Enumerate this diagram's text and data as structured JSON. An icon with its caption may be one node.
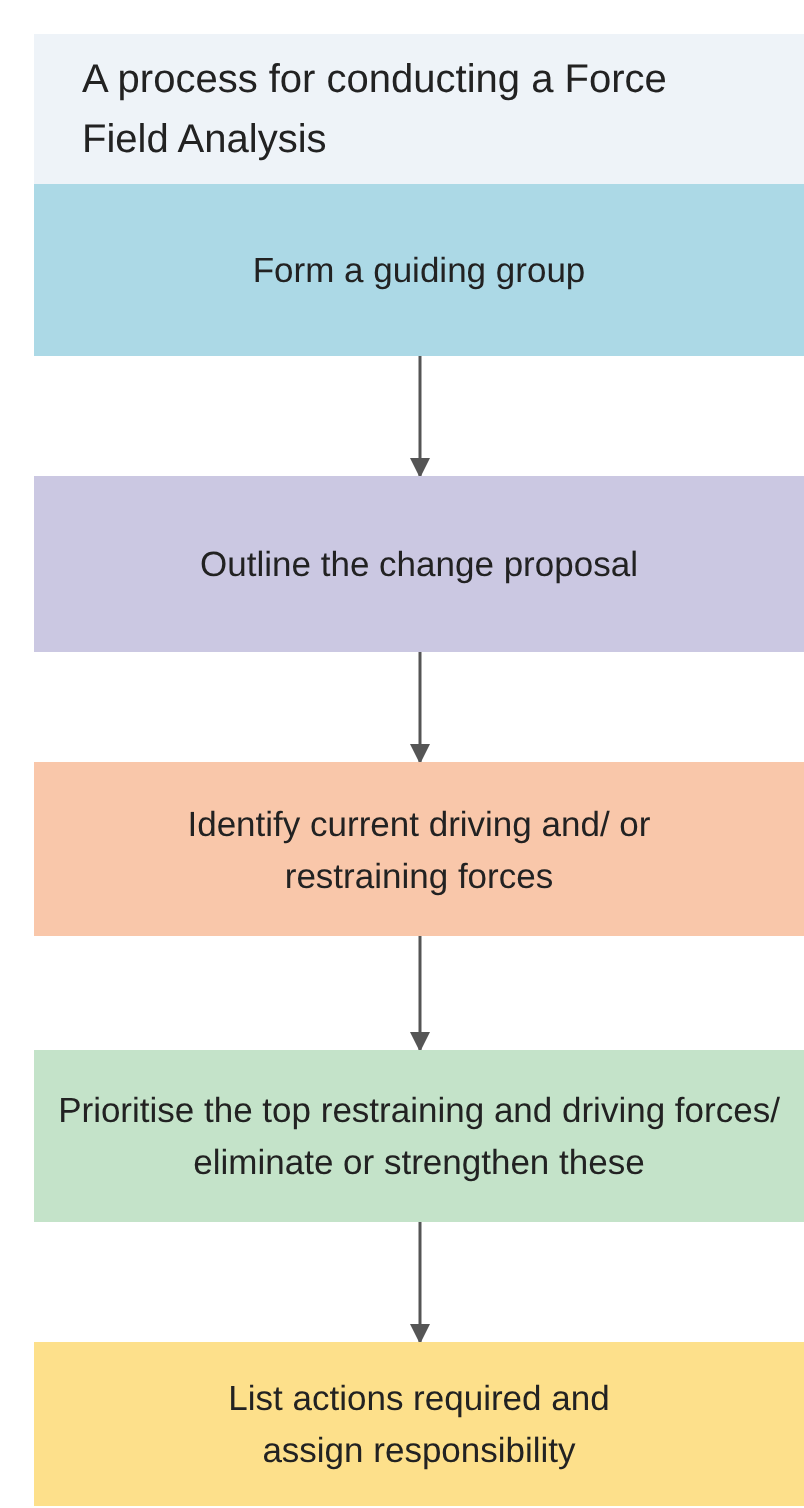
{
  "diagram": {
    "title": "A process for conducting a Force Field Analysis",
    "nodes": [
      {
        "text": [
          "Form a guiding group"
        ]
      },
      {
        "text": [
          "Outline the change proposal"
        ]
      },
      {
        "text": [
          "Identify current driving and/ or restraining forces"
        ]
      },
      {
        "text": [
          "Prioritise the top restraining and driving forces/ eliminate or strengthen these"
        ]
      },
      {
        "text": [
          "List actions required and assign responsibility"
        ]
      }
    ],
    "edges": [
      {
        "from": 0,
        "to": 1,
        "arrow": "to"
      },
      {
        "from": 1,
        "to": 2,
        "arrow": "to"
      },
      {
        "from": 2,
        "to": 3,
        "arrow": "to"
      },
      {
        "from": 3,
        "to": 4,
        "arrow": "to"
      }
    ]
  }
}
